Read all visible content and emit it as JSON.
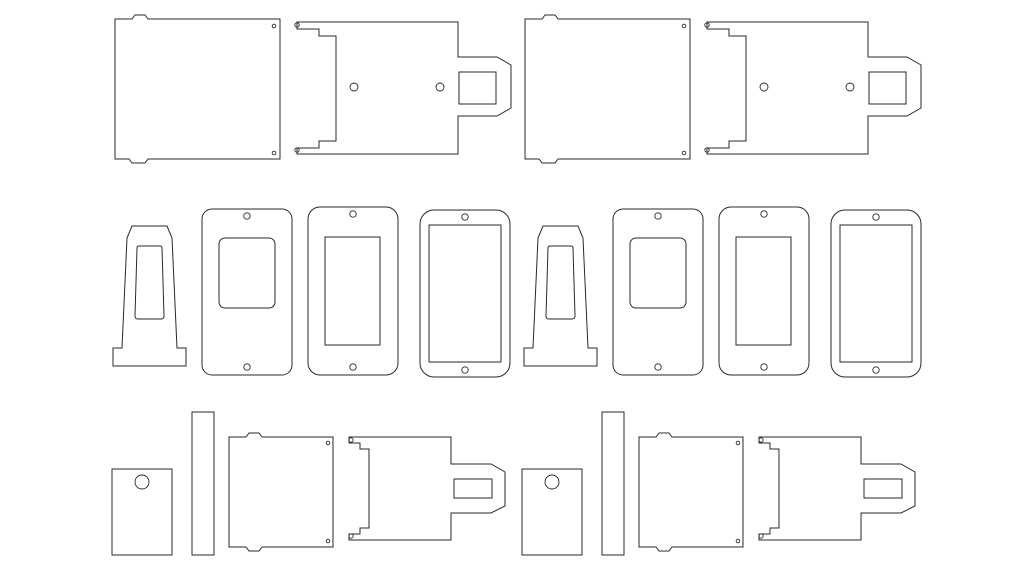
{
  "diagram": {
    "background_color": "#ffffff",
    "stroke_color": "#2a2a2a",
    "row_top": {
      "groups": [
        "top-group-left",
        "top-group-right"
      ]
    },
    "row_middle": {
      "groups": [
        "middle-group-left",
        "middle-group-right"
      ]
    },
    "row_bottom": {
      "groups": [
        "bottom-group-left",
        "bottom-group-right"
      ]
    }
  }
}
